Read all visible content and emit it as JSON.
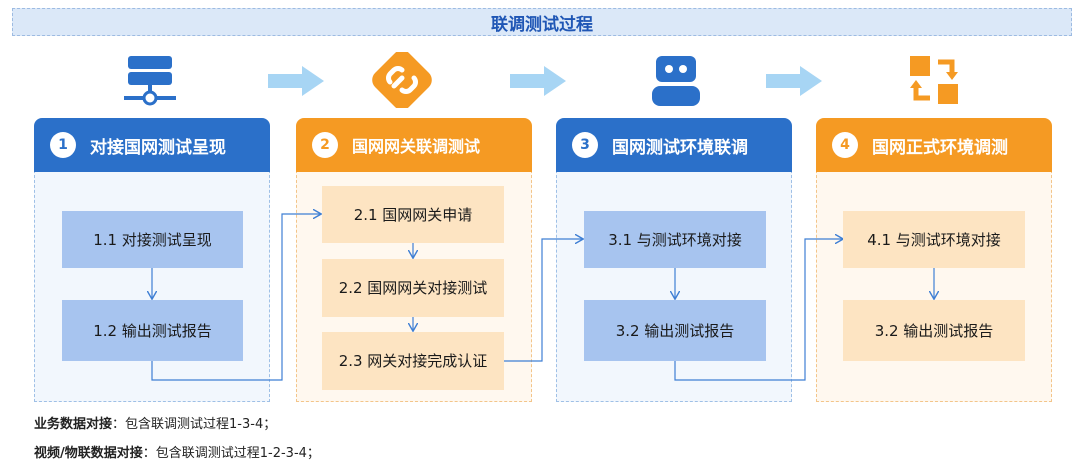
{
  "title": "联调测试过程",
  "columns": [
    {
      "number": "1",
      "title": "对接国网测试呈现",
      "steps": [
        "1.1  对接测试呈现",
        "1.2  输出测试报告"
      ]
    },
    {
      "number": "2",
      "title": "国网网关联调测试",
      "steps": [
        "2.1  国网网关申请",
        "2.2  国网网关对接测试",
        "2.3  网关对接完成认证"
      ]
    },
    {
      "number": "3",
      "title": "国网测试环境联调",
      "steps": [
        "3.1  与测试环境对接",
        "3.2  输出测试报告"
      ]
    },
    {
      "number": "4",
      "title": "国网正式环境调测",
      "steps": [
        "4.1  与测试环境对接",
        "3.2  输出测试报告"
      ]
    }
  ],
  "icons": [
    "network-server-icon",
    "link-chain-icon",
    "robot-icon",
    "cycle-arrows-icon"
  ],
  "footer": {
    "line1_label": "业务数据对接",
    "line1_text": "：包含联调测试过程1-3-4；",
    "line2_label": "视频/物联数据对接",
    "line2_text": "：包含联调测试过程1-2-3-4；"
  },
  "colors": {
    "blue": "#2b70c9",
    "orange": "#f59a23",
    "light_blue": "#a7c4ef",
    "light_orange": "#fde4c2"
  }
}
